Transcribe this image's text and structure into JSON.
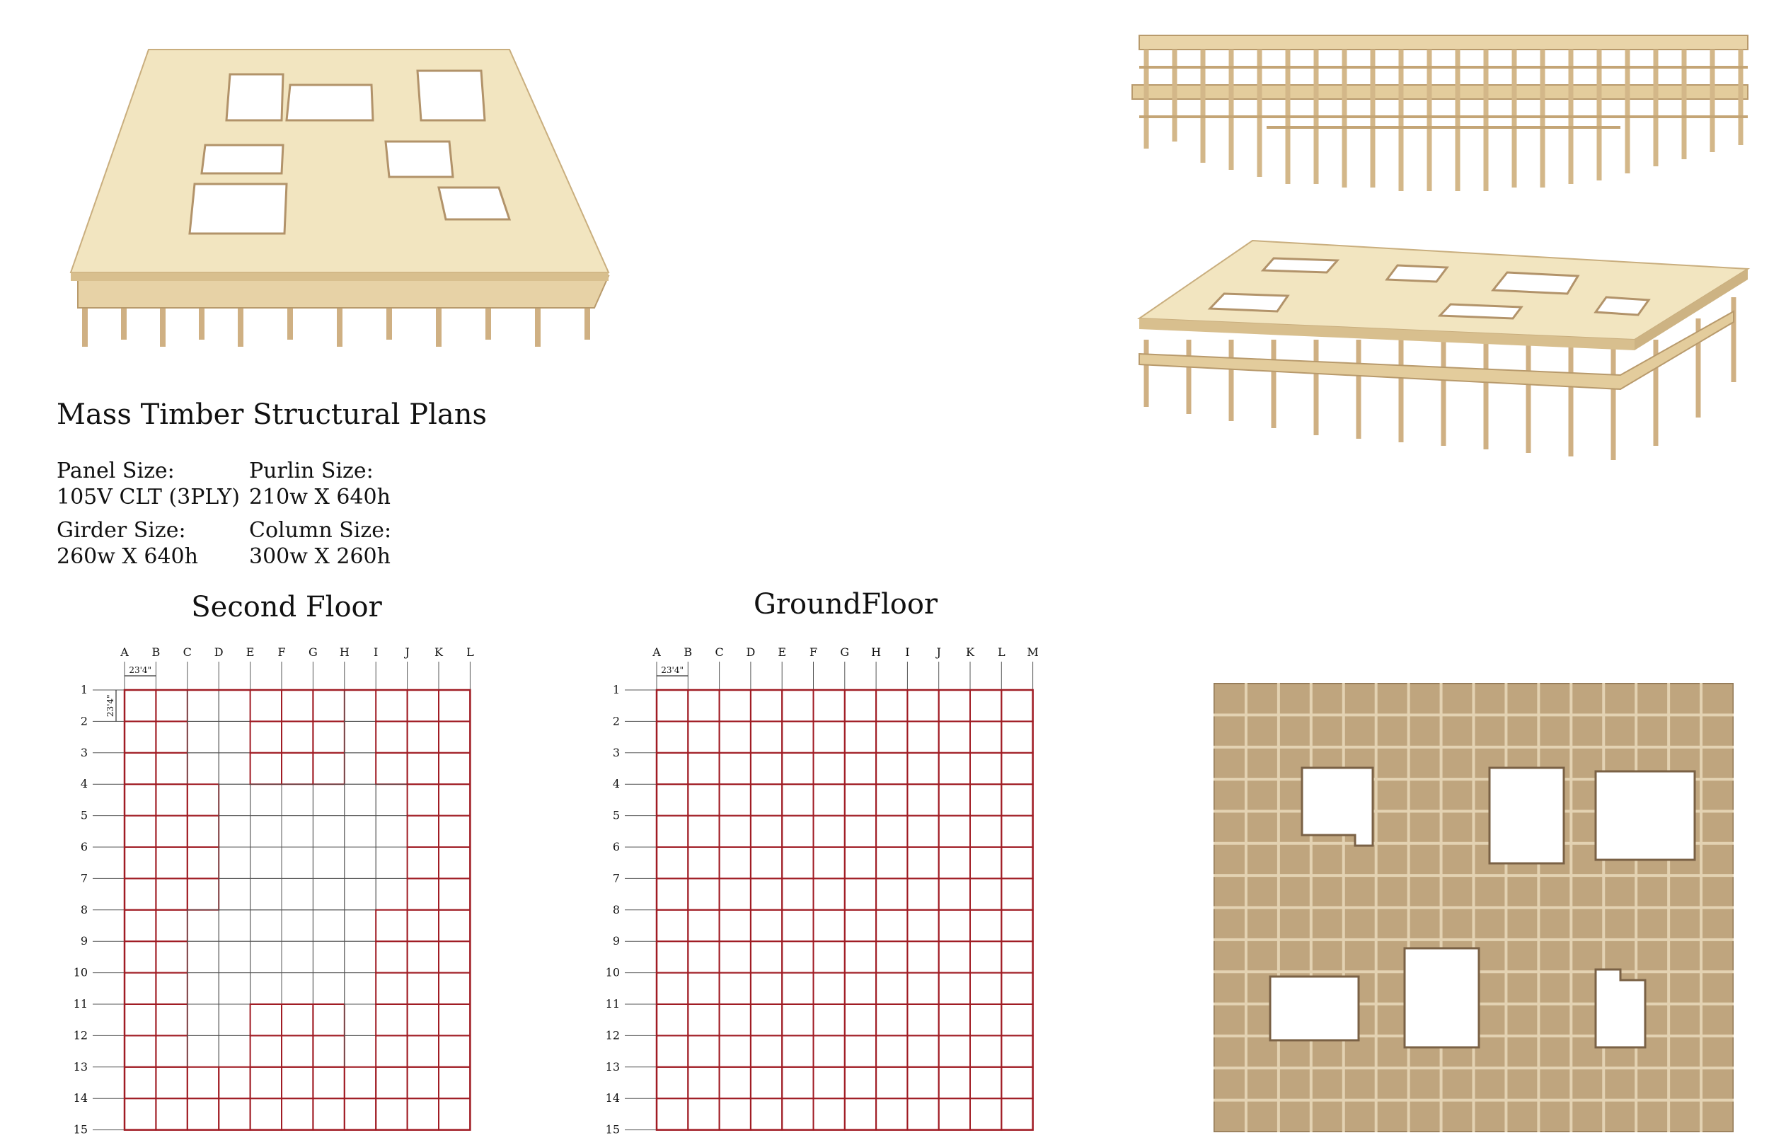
{
  "page": {
    "title": "Mass Timber Structural Plans"
  },
  "specs": [
    {
      "label": "Panel Size:",
      "value": "105V CLT (3PLY)"
    },
    {
      "label": "Purlin Size:",
      "value": "210w X  640h"
    },
    {
      "label": "Girder Size:",
      "value": "260w X 640h"
    },
    {
      "label": "Column Size:",
      "value": "300w X  260h"
    }
  ],
  "plans": {
    "second_floor": {
      "title": "Second Floor",
      "columns": [
        "A",
        "B",
        "C",
        "D",
        "E",
        "F",
        "G",
        "H",
        "I",
        "J",
        "K",
        "L"
      ],
      "rows": [
        "1",
        "2",
        "3",
        "4",
        "5",
        "6",
        "7",
        "8",
        "9",
        "10",
        "11",
        "12",
        "13",
        "14",
        "15"
      ],
      "dim_horizontal": "23'4\"",
      "dim_vertical": "23'4\"",
      "voids": [
        {
          "col_start": "C",
          "col_end": "E",
          "row_start": "1",
          "row_end": "4"
        },
        {
          "col_start": "E",
          "col_end": "G",
          "row_start": "4",
          "row_end": "5"
        },
        {
          "col_start": "H",
          "col_end": "I",
          "row_start": "1",
          "row_end": "4"
        },
        {
          "col_start": "C",
          "col_end": "D",
          "row_start": "8",
          "row_end": "13"
        },
        {
          "col_start": "D",
          "col_end": "I",
          "row_start": "4",
          "row_end": "11"
        },
        {
          "col_start": "D",
          "col_end": "E",
          "row_start": "11",
          "row_end": "13"
        },
        {
          "col_start": "H",
          "col_end": "I",
          "row_start": "11",
          "row_end": "13"
        },
        {
          "col_start": "I",
          "col_end": "J",
          "row_start": "4",
          "row_end": "8"
        }
      ]
    },
    "ground_floor": {
      "title": "GroundFloor",
      "columns": [
        "A",
        "B",
        "C",
        "D",
        "E",
        "F",
        "G",
        "H",
        "I",
        "J",
        "K",
        "L",
        "M"
      ],
      "rows": [
        "1",
        "2",
        "3",
        "4",
        "5",
        "6",
        "7",
        "8",
        "9",
        "10",
        "11",
        "12",
        "13",
        "14",
        "15"
      ],
      "dim_horizontal": "23'4\""
    }
  },
  "renderings": [
    {
      "name": "second-floor-3d-rendering"
    },
    {
      "name": "underside-structure-rendering"
    },
    {
      "name": "floor-openings-3d-rendering"
    },
    {
      "name": "roof-plan-rendering"
    }
  ],
  "colors": {
    "structural_line": "#a01c24",
    "grid_line": "#555555",
    "clt_panel": "#f3e6c2",
    "timber_member": "#d9bf8e",
    "plan_wood": "#bfa57e"
  }
}
